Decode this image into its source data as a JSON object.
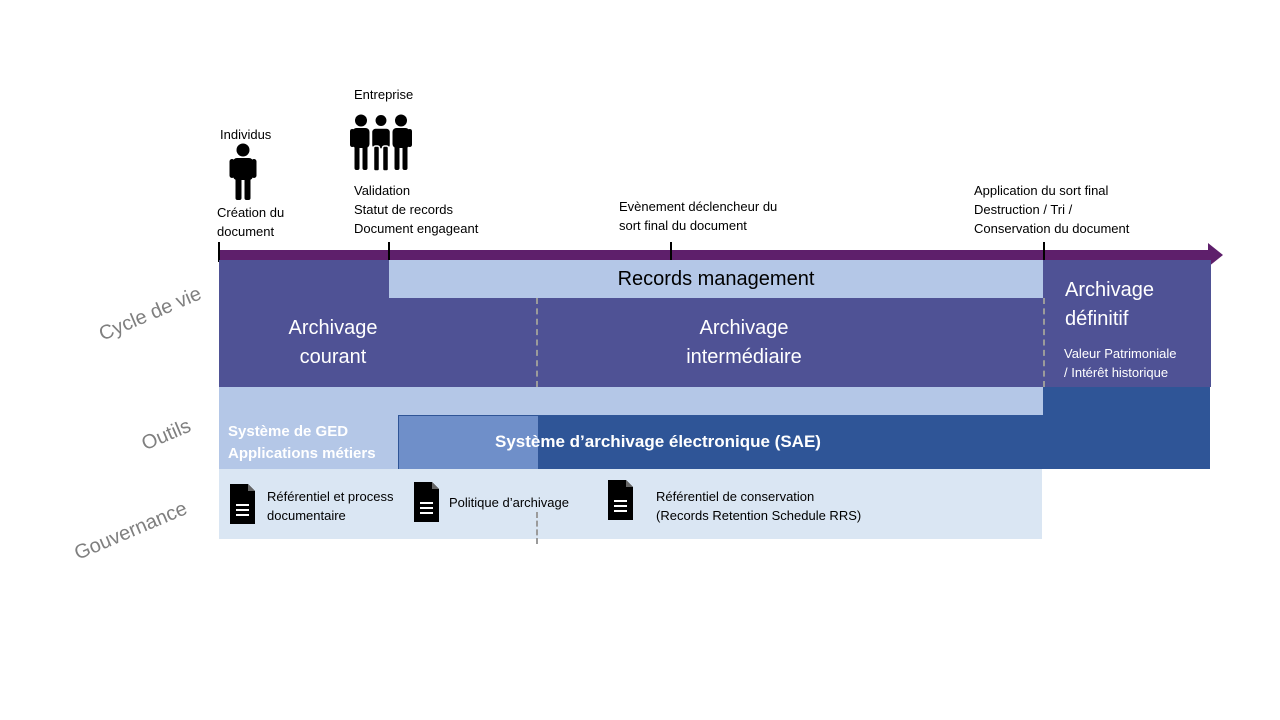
{
  "actors": {
    "individus": {
      "label": "Individus",
      "icon": "person-icon"
    },
    "entreprise": {
      "label": "Entreprise",
      "icon": "group-icon"
    }
  },
  "milestones": {
    "creation": "Création du\ndocument",
    "validation": "Validation\nStatut de records\nDocument  engageant",
    "evenement": "Evènement déclencheur du\nsort final du document",
    "application": "Application du sort final\nDestruction / Tri /\nConservation du document"
  },
  "row_labels": {
    "cycle": "Cycle de vie",
    "outils": "Outils",
    "gouvernance": "Gouvernance"
  },
  "bands": {
    "records_management": "Records management",
    "archivage_courant": "Archivage\ncourant",
    "archivage_intermediaire": "Archivage\nintermédiaire",
    "archivage_definitif": "Archivage\ndéfinitif",
    "valeur": "Valeur Patrimoniale\n/ Intérêt historique"
  },
  "tools": {
    "ged": "Système de GED\nApplications métiers",
    "sae": "Système d’archivage  électronique  (SAE)"
  },
  "governance": {
    "referentiel_process": "Référentiel et process\ndocumentaire",
    "politique": "Politique d’archivage",
    "referentiel_conservation": "Référentiel de conservation\n(Records Retention Schedule RRS)"
  },
  "colors": {
    "arrow": "#5e1f6b",
    "dark_band": "#4f5295",
    "light_band": "#b4c7e7",
    "sae_mid": "#6f8fc9",
    "sae_dark": "#2f5597",
    "gov_bg": "#dae6f3"
  }
}
